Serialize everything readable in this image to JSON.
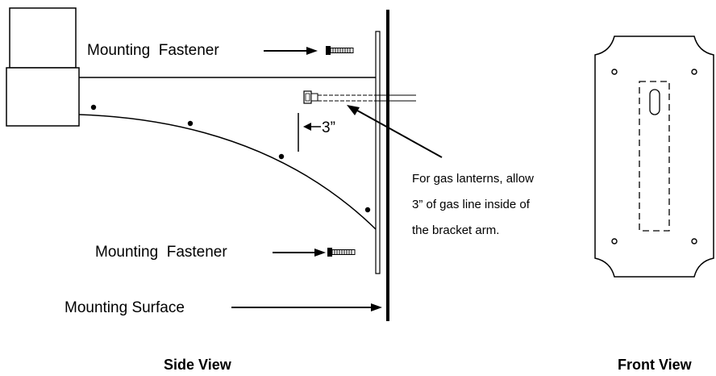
{
  "labels": {
    "mounting_fastener_top": "Mounting  Fastener",
    "mounting_fastener_bottom": "Mounting  Fastener",
    "mounting_surface": "Mounting Surface",
    "dimension": "3”",
    "note_lines": [
      "For gas lanterns, allow",
      "3” of gas line inside of",
      "the bracket arm."
    ]
  },
  "views": {
    "side": "Side View",
    "front": "Front View"
  }
}
